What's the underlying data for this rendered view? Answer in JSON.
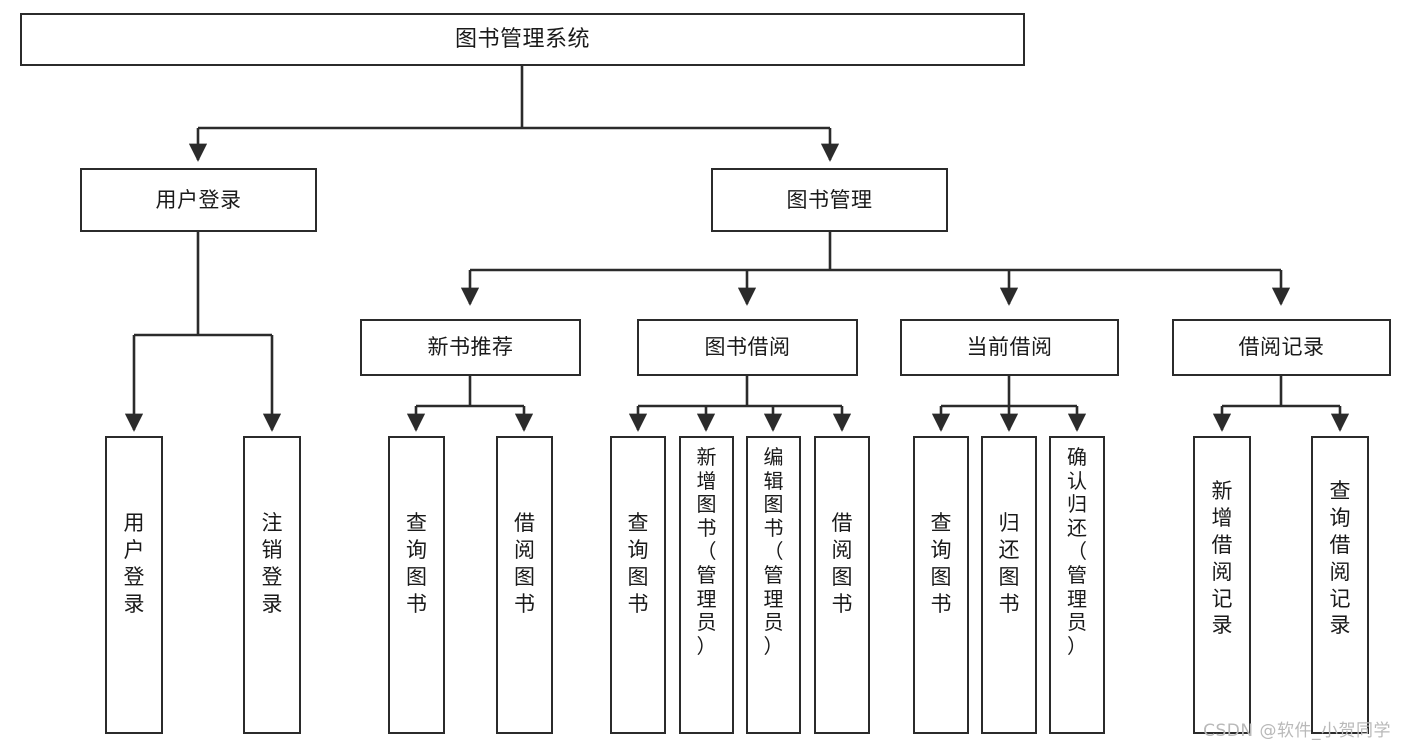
{
  "diagram": {
    "title": "图书管理系统",
    "type": "tree",
    "watermark": "CSDN @软件_小贺同学",
    "colors": {
      "stroke": "#2b2b2b",
      "fill": "#ffffff",
      "text": "#1a1a1a",
      "watermark": "#b9b9b9"
    },
    "nodes": {
      "root": {
        "label": "图书管理系统",
        "level": 0
      },
      "user_login": {
        "label": "用户登录",
        "level": 1
      },
      "book_manage": {
        "label": "图书管理",
        "level": 1
      },
      "new_book_rec": {
        "label": "新书推荐",
        "level": 2
      },
      "book_borrow": {
        "label": "图书借阅",
        "level": 2
      },
      "current_borrow": {
        "label": "当前借阅",
        "level": 2
      },
      "borrow_record": {
        "label": "借阅记录",
        "level": 2
      },
      "leaf_user_login": {
        "label": "用户登录",
        "level": 3
      },
      "leaf_logout": {
        "label": "注销登录",
        "level": 3
      },
      "leaf_query_book_1": {
        "label": "查询图书",
        "level": 3
      },
      "leaf_borrow_book_1": {
        "label": "借阅图书",
        "level": 3
      },
      "leaf_query_book_2": {
        "label": "查询图书",
        "level": 3
      },
      "leaf_add_book": {
        "label": "新增图书（管理员）",
        "level": 3
      },
      "leaf_edit_book": {
        "label": "编辑图书（管理员）",
        "level": 3
      },
      "leaf_borrow_book_2": {
        "label": "借阅图书",
        "level": 3
      },
      "leaf_query_book_3": {
        "label": "查询图书",
        "level": 3
      },
      "leaf_return_book": {
        "label": "归还图书",
        "level": 3
      },
      "leaf_confirm_return": {
        "label": "确认归还（管理员）",
        "level": 3
      },
      "leaf_add_record": {
        "label": "新增借阅记录",
        "level": 3
      },
      "leaf_query_record": {
        "label": "查询借阅记录",
        "level": 3
      }
    }
  }
}
